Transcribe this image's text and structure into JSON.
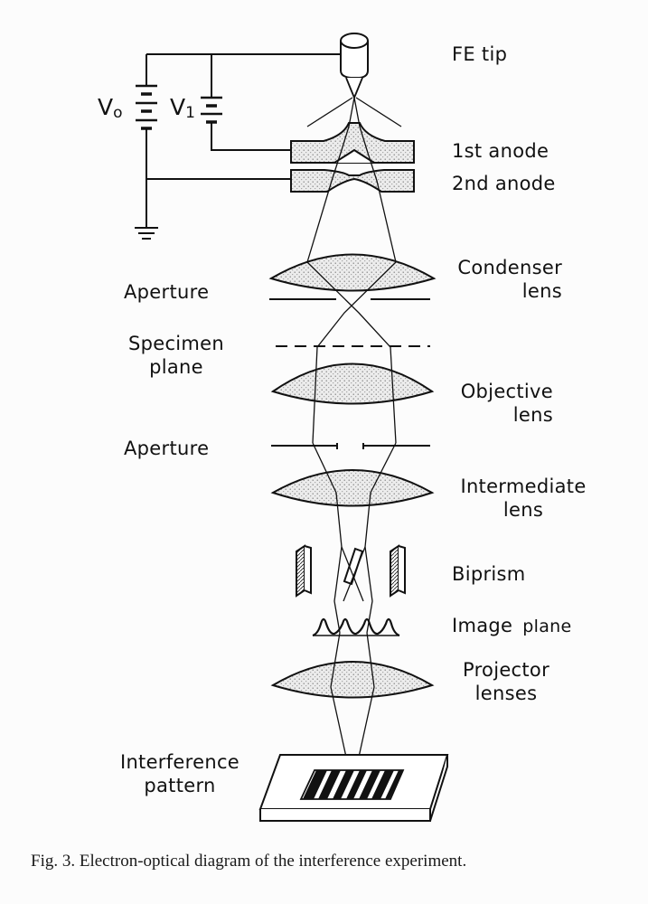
{
  "labels": {
    "fe_tip": "FE tip",
    "first_anode": "1st anode",
    "second_anode": "2nd anode",
    "condenser_line1": "Condenser",
    "condenser_line2": "lens",
    "aperture_top": "Aperture",
    "specimen_line1": "Specimen",
    "specimen_line2": "plane",
    "objective_line1": "Objective",
    "objective_line2": "lens",
    "aperture_bottom": "Aperture",
    "intermediate_line1": "Intermediate",
    "intermediate_line2": "lens",
    "biprism": "Biprism",
    "image_word": "Image",
    "plane_word": "plane",
    "projector_line1": "Projector",
    "projector_line2": "lenses",
    "interference_line1": "Interference",
    "interference_line2": "pattern"
  },
  "voltages": {
    "v0_letter": "V",
    "v0_sub": "o",
    "v1_letter": "V",
    "v1_sub": "1"
  },
  "caption": "Fig. 3. Electron-optical diagram of the interference experiment.",
  "colors": {
    "ink": "#111111",
    "lens_fill": "#e6e6e6",
    "background": "#fcfcfc"
  }
}
